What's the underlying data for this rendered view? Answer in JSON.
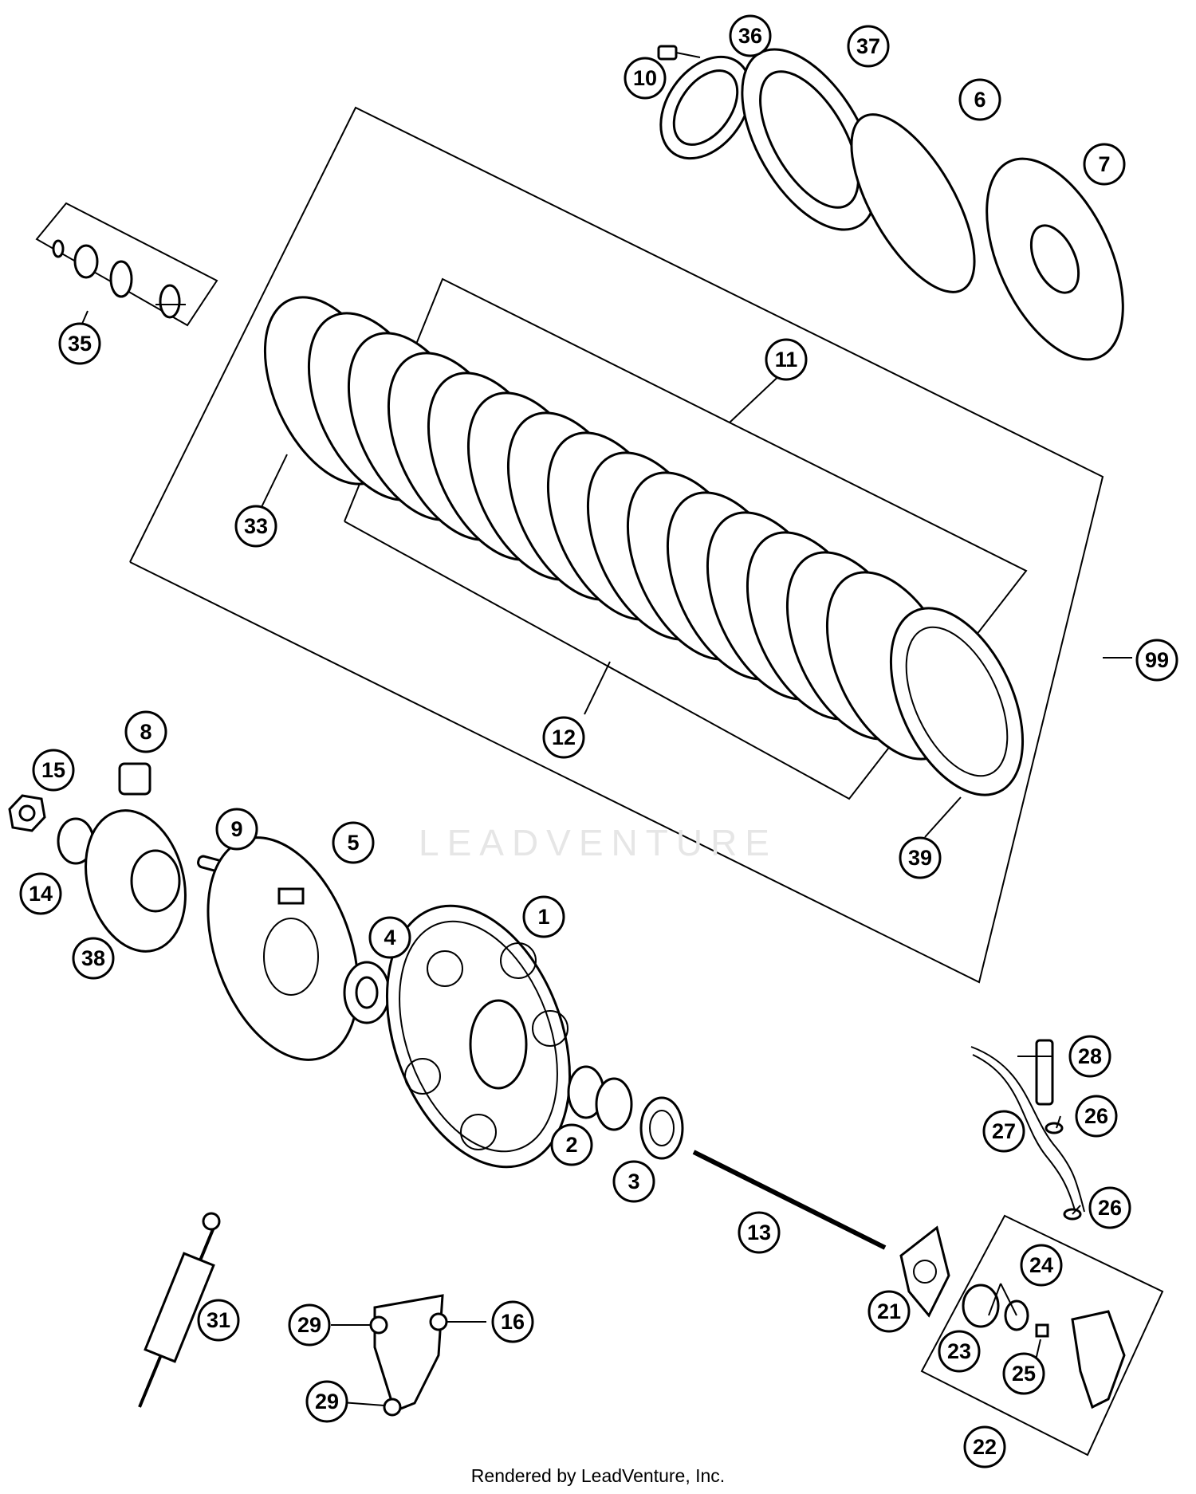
{
  "watermark": "LEADVENTURE",
  "footer": "Rendered by LeadVenture, Inc.",
  "callouts": [
    {
      "label": "1"
    },
    {
      "label": "2"
    },
    {
      "label": "3"
    },
    {
      "label": "4"
    },
    {
      "label": "5"
    },
    {
      "label": "6"
    },
    {
      "label": "7"
    },
    {
      "label": "8"
    },
    {
      "label": "9"
    },
    {
      "label": "10"
    },
    {
      "label": "11"
    },
    {
      "label": "12"
    },
    {
      "label": "13"
    },
    {
      "label": "14"
    },
    {
      "label": "15"
    },
    {
      "label": "16"
    },
    {
      "label": "21"
    },
    {
      "label": "22"
    },
    {
      "label": "23"
    },
    {
      "label": "24"
    },
    {
      "label": "25"
    },
    {
      "label": "26"
    },
    {
      "label": "26"
    },
    {
      "label": "27"
    },
    {
      "label": "28"
    },
    {
      "label": "29"
    },
    {
      "label": "29"
    },
    {
      "label": "31"
    },
    {
      "label": "33"
    },
    {
      "label": "35"
    },
    {
      "label": "36"
    },
    {
      "label": "37"
    },
    {
      "label": "38"
    },
    {
      "label": "39"
    },
    {
      "label": "99"
    }
  ]
}
